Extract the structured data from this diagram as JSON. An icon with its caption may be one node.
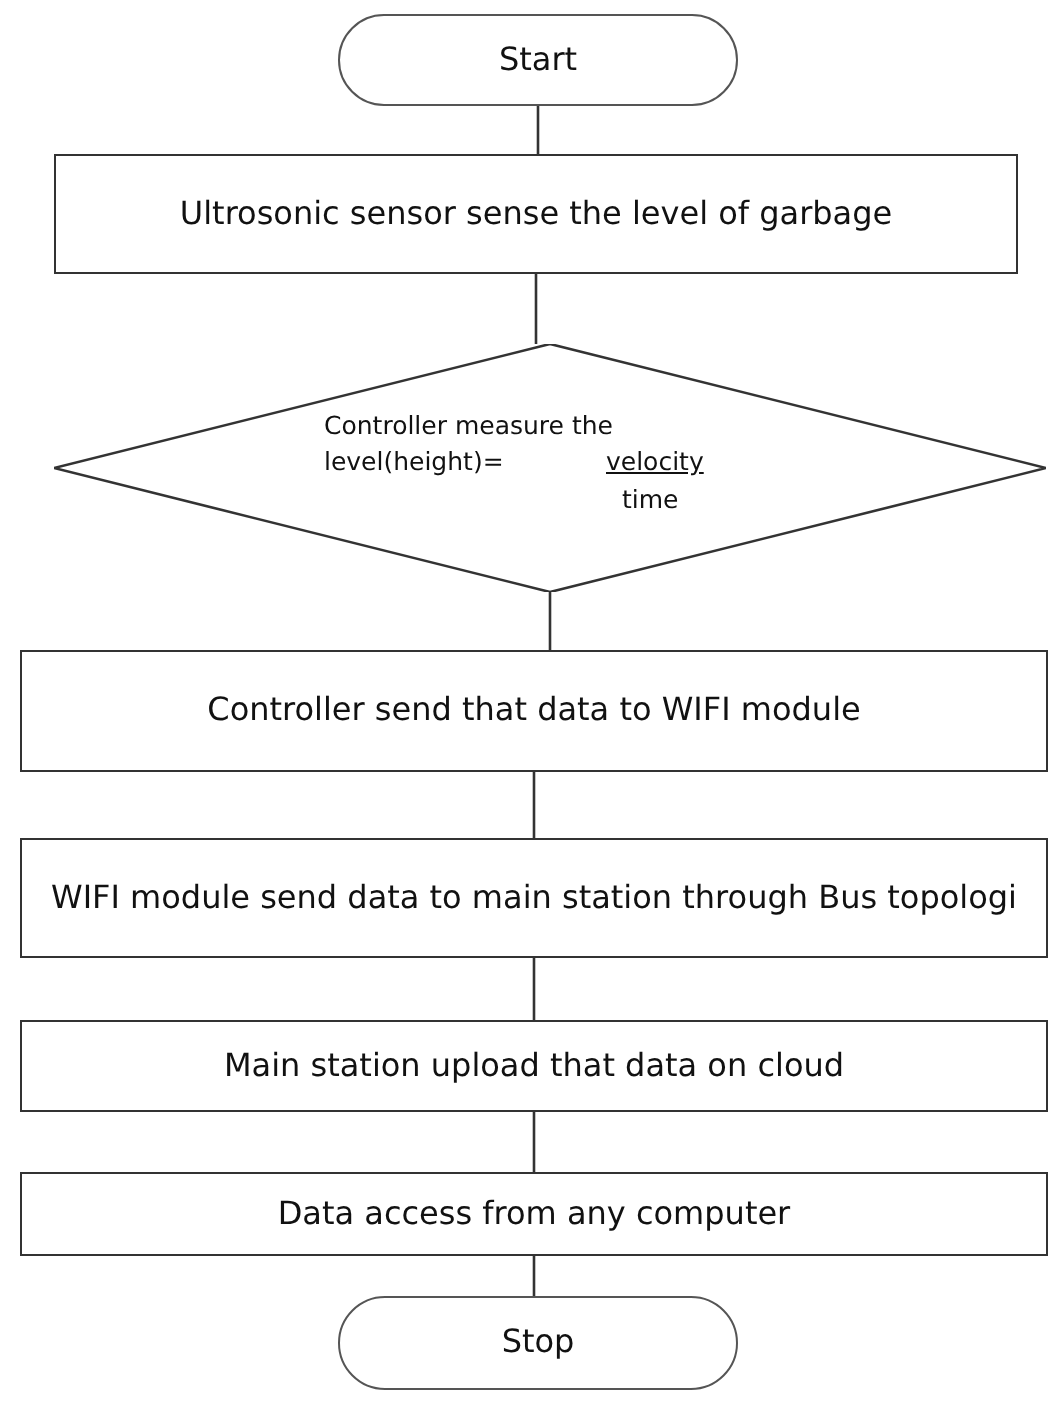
{
  "diagram": {
    "nodes": [
      {
        "text": [
          "Start"
        ]
      },
      {
        "text": [
          "Ultrosonic sensor sense the level of garbage"
        ]
      },
      {
        "text": [
          "Controller measure the level(height)=",
          "velocity",
          "time"
        ]
      },
      {
        "text": [
          "Controller send that data to WIFI module"
        ]
      },
      {
        "text": [
          "WIFI module send data to main station through Bus topologi"
        ]
      },
      {
        "text": [
          "Main station upload that data on cloud"
        ]
      },
      {
        "text": [
          "Data access from any computer"
        ]
      },
      {
        "text": [
          "Stop"
        ]
      }
    ],
    "edges": [
      {
        "from": 0,
        "to": 1,
        "arrow": "none"
      },
      {
        "from": 1,
        "to": 2,
        "arrow": "none"
      },
      {
        "from": 2,
        "to": 3,
        "arrow": "none"
      },
      {
        "from": 3,
        "to": 4,
        "arrow": "none"
      },
      {
        "from": 4,
        "to": 5,
        "arrow": "none"
      },
      {
        "from": 5,
        "to": 6,
        "arrow": "none"
      },
      {
        "from": 6,
        "to": 7,
        "arrow": "none"
      }
    ]
  }
}
